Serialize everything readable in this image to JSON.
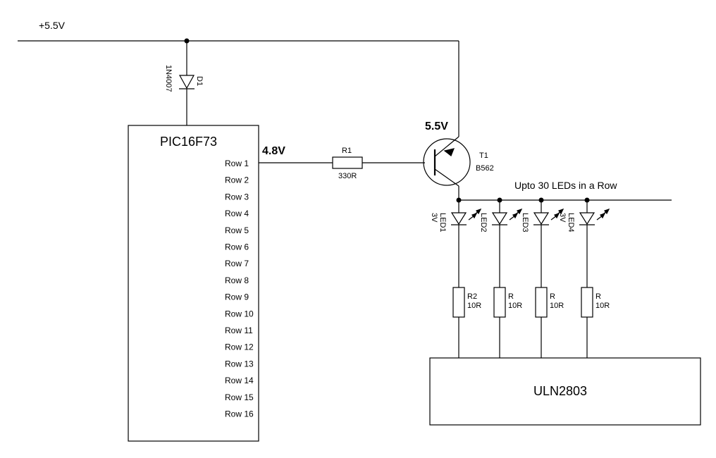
{
  "supply": {
    "label": "+5.5V"
  },
  "diode": {
    "ref": "D1",
    "part": "1N4007"
  },
  "mcu": {
    "name": "PIC16F73",
    "pins": [
      "Row 1",
      "Row 2",
      "Row 3",
      "Row 4",
      "Row 5",
      "Row 6",
      "Row 7",
      "Row 8",
      "Row 9",
      "Row 10",
      "Row 11",
      "Row 12",
      "Row 13",
      "Row 14",
      "Row 15",
      "Row 16"
    ]
  },
  "voltages": {
    "pin": "4.8V",
    "emitter": "5.5V",
    "color": "#e8141b"
  },
  "resistor_base": {
    "ref": "R1",
    "value": "330R"
  },
  "transistor": {
    "ref": "T1",
    "part": "B562"
  },
  "row_label": "Upto 30 LEDs in a Row",
  "leds": [
    {
      "ref": "LED1",
      "voltage": "3V"
    },
    {
      "ref": "LED2",
      "voltage": ""
    },
    {
      "ref": "LED3",
      "voltage": ""
    },
    {
      "ref": "LED4",
      "voltage": "3V"
    }
  ],
  "led_resistors": [
    {
      "ref": "R2",
      "value": "10R"
    },
    {
      "ref": "R",
      "value": "10R"
    },
    {
      "ref": "R",
      "value": "10R"
    },
    {
      "ref": "R",
      "value": "10R"
    }
  ],
  "driver": {
    "name": "ULN2803"
  }
}
